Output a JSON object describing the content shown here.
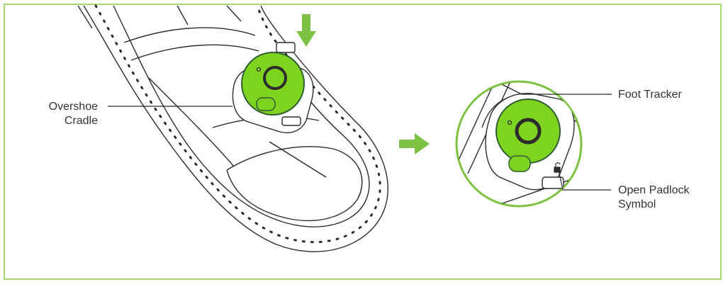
{
  "labels": {
    "overshoe_cradle_line1": "Overshoe",
    "overshoe_cradle_line2": "Cradle",
    "foot_tracker": "Foot Tracker",
    "open_padlock_line1": "Open Padlock",
    "open_padlock_line2": "Symbol"
  },
  "icons": {
    "down_arrow": "down-arrow-icon",
    "right_arrow": "right-arrow-icon",
    "padlock": "open-padlock-icon"
  },
  "colors": {
    "accent_green": "#7dc242",
    "tracker_green": "#7ed321",
    "tracker_dark": "#2f5e33",
    "line": "#2b2b2b",
    "frame": "#a6d96a"
  }
}
